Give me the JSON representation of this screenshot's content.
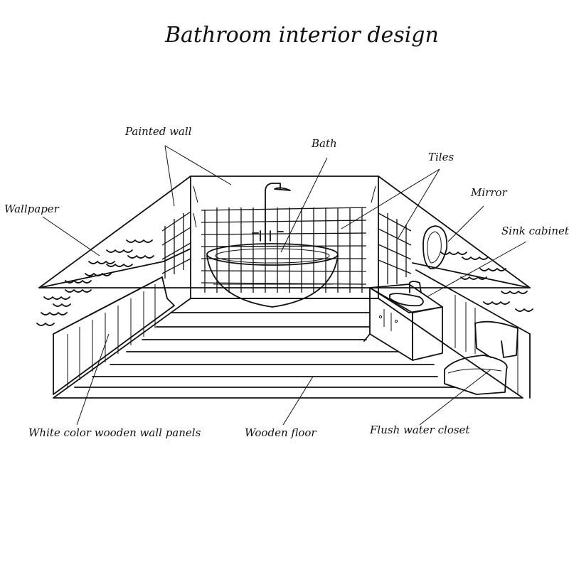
{
  "title": "Bathroom interior design",
  "labels": {
    "painted_wall": "Painted wall",
    "bath": "Bath",
    "tiles": "Tiles",
    "mirror": "Mirror",
    "sink_cabinet": "Sink cabinet",
    "wallpaper": "Wallpaper",
    "wall_panels": "White color wooden wall panels",
    "wooden_floor": "Wooden floor",
    "flush_water_closet": "Flush water closet"
  },
  "colors": {
    "ink": "#111111",
    "background": "#ffffff"
  }
}
